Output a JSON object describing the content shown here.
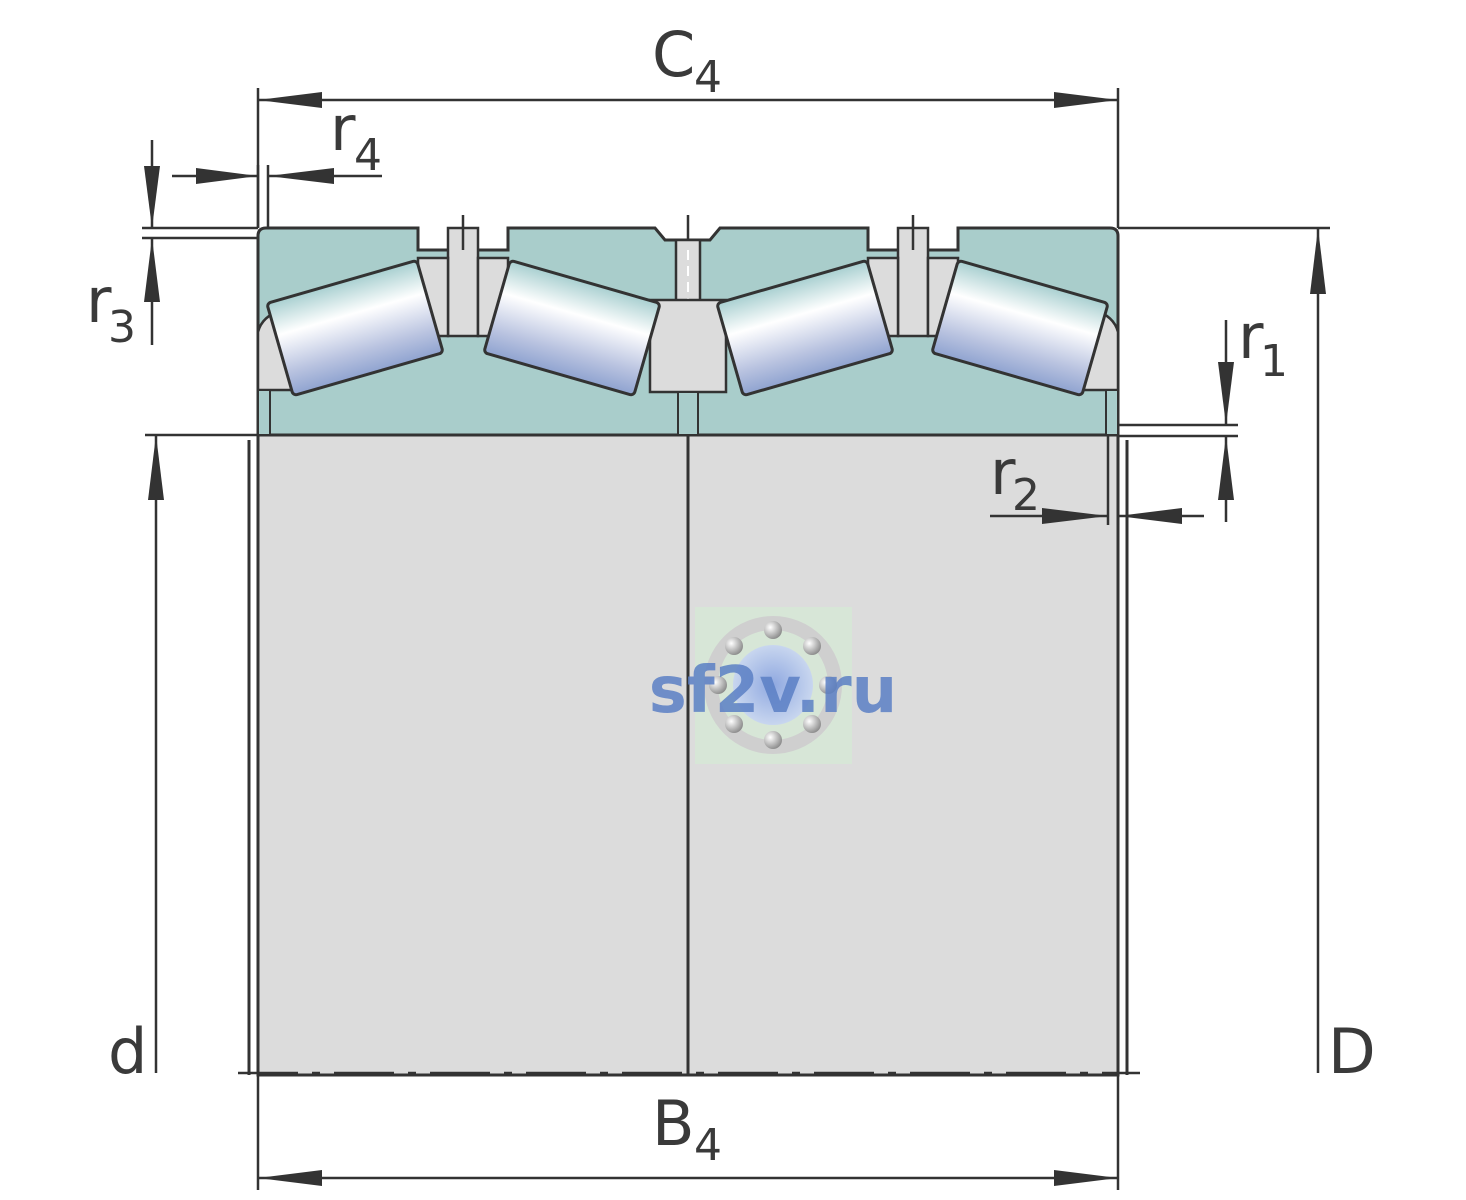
{
  "labels": {
    "C4": {
      "main": "C",
      "sub": "4"
    },
    "r4": {
      "main": "r",
      "sub": "4"
    },
    "r3": {
      "main": "r",
      "sub": "3"
    },
    "r1": {
      "main": "r",
      "sub": "1"
    },
    "r2": {
      "main": "r",
      "sub": "2"
    },
    "d": {
      "main": "d"
    },
    "D": {
      "main": "D"
    },
    "B4": {
      "main": "B",
      "sub": "4"
    }
  },
  "watermark": {
    "text": "sf2v.ru",
    "icon": "ball-bearing-logo"
  },
  "colors": {
    "outer_ring": "#a9cdcb",
    "inner_ring": "#dcdcdc",
    "line": "#333333",
    "watermark": "#5b7fc4"
  }
}
